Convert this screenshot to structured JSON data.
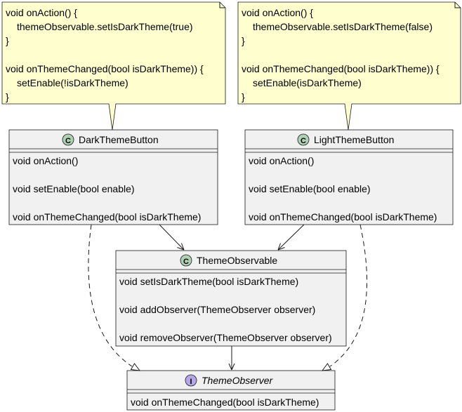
{
  "notes": {
    "dark_note": {
      "lines": [
        "void onAction() {",
        "themeObservable.setIsDarkTheme(true)",
        "}",
        "void onThemeChanged(bool isDarkTheme)) {",
        "setEnable(!isDarkTheme)",
        "}"
      ]
    },
    "light_note": {
      "lines": [
        "void onAction() {",
        "themeObservable.setIsDarkTheme(false)",
        "}",
        "void onThemeChanged(bool isDarkTheme)) {",
        "setEnable(isDarkTheme)",
        "}"
      ]
    }
  },
  "classes": {
    "dark_theme_button": {
      "stereotype": "C",
      "name": "DarkThemeButton",
      "methods": [
        "void onAction()",
        "void setEnable(bool enable)",
        "void onThemeChanged(bool isDarkTheme)"
      ]
    },
    "light_theme_button": {
      "stereotype": "C",
      "name": "LightThemeButton",
      "methods": [
        "void onAction()",
        "void setEnable(bool enable)",
        "void onThemeChanged(bool isDarkTheme)"
      ]
    },
    "theme_observable": {
      "stereotype": "C",
      "name": "ThemeObservable",
      "methods": [
        "void setIsDarkTheme(bool isDarkTheme)",
        "void addObserver(ThemeObserver observer)",
        "void removeObserver(ThemeObserver observer)"
      ]
    },
    "theme_observer": {
      "stereotype": "I",
      "name": "ThemeObserver",
      "methods": [
        "void onThemeChanged(bool isDarkTheme)"
      ]
    }
  },
  "colors": {
    "class_badge": "#add1b2",
    "interface_badge": "#b4a7e5",
    "note_fill": "#fefece",
    "box_fill": "#f1f1f1"
  }
}
